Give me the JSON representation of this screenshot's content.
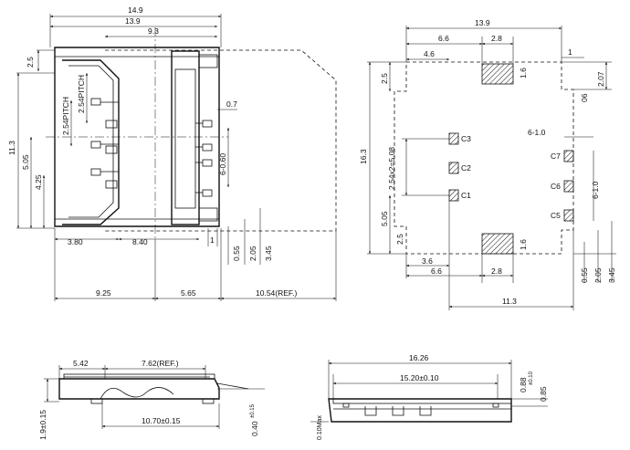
{
  "front_view": {
    "dims": {
      "d14_9": "14.9",
      "d13_9": "13.9",
      "d9_3": "9.3",
      "d2_5": "2.5",
      "d11_3": "11.3",
      "d5_05": "5.05",
      "d4_25": "4.25",
      "pitch1": "2.54PITCH",
      "pitch2": "2.54PITCH",
      "d0_7": "0.7",
      "d6_060": "6-0.60",
      "d3_80": "3.80",
      "d8_40": "8.40",
      "d1": "1",
      "d0_55": "0.55",
      "d2_05": "2.05",
      "d3_45": "3.45",
      "d9_25": "9.25",
      "d5_65": "5.65",
      "d10_54": "10.54(REF.)"
    }
  },
  "pcb_layout": {
    "dims": {
      "d13_9": "13.9",
      "d6_6": "6.6",
      "d2_8": "2.8",
      "d4_6": "4.6",
      "d1": "1",
      "d2_5": "2.5",
      "d1_6": "1.6",
      "d06": "06",
      "d2_07": "2.07",
      "d16_3": "16.3",
      "d2_54x2": "2.54x2=5.08",
      "d6_10a": "6-1.0",
      "d6_10b": "6-1.0",
      "d5_05": "5.05",
      "d2_5b": "2.5",
      "d1_6b": "1.6",
      "d3_6": "3.6",
      "d6_6b": "6.6",
      "d2_8b": "2.8",
      "d11_3": "11.3",
      "d0_55": "0.55",
      "d2_05": "2.05",
      "d3_45": "3.45"
    },
    "contacts": [
      "C3",
      "C2",
      "C1",
      "C7",
      "C6",
      "C5"
    ]
  },
  "side_view_left": {
    "dims": {
      "d5_42": "5.42",
      "d7_62": "7.62(REF.)",
      "d1_9": "1.9±0.15",
      "d10_70": "10.70±0.15",
      "d0_40_main": "0.40",
      "d0_40_tol": "±0.15"
    }
  },
  "side_view_right": {
    "dims": {
      "d16_26": "16.26",
      "d15_20": "15.20±0.10",
      "d0_88": "0.88",
      "d0_88_tol": "±0.10",
      "d0_85": "0.85",
      "d0_10": "0.10Max"
    }
  }
}
